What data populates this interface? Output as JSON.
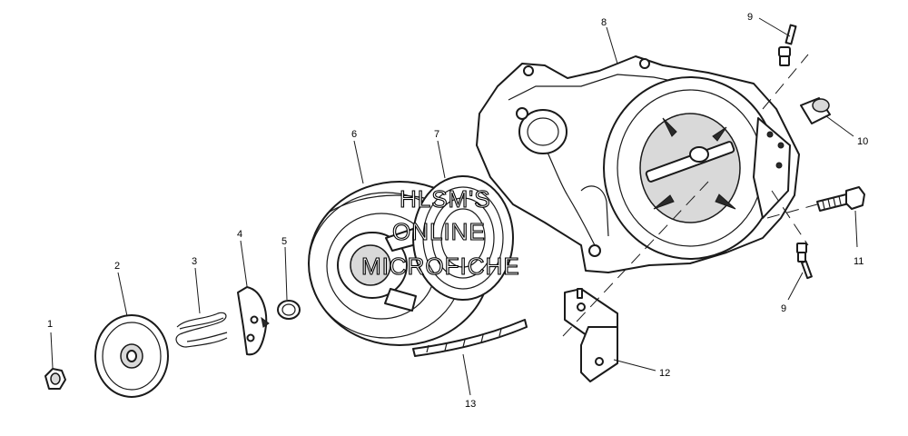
{
  "callouts": {
    "c1": "1",
    "c2": "2",
    "c3": "3",
    "c4": "4",
    "c5": "5",
    "c6": "6",
    "c7": "7",
    "c8": "8",
    "c9a": "9",
    "c9b": "9",
    "c10": "10",
    "c11": "11",
    "c12": "12",
    "c13": "13"
  },
  "watermark": {
    "line1": "HLSM'S",
    "line2": "ONLINE",
    "line3": "MICROFICHE"
  }
}
